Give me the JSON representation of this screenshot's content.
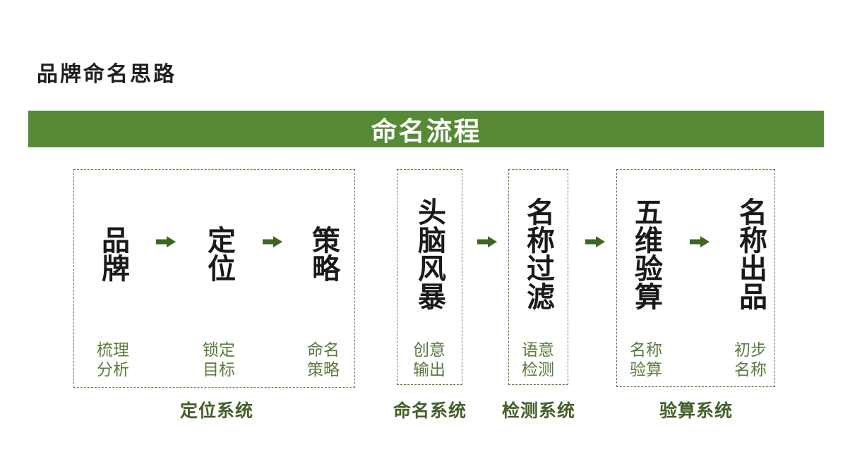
{
  "slide": {
    "title": "品牌命名思路",
    "banner": {
      "title": "命名流程"
    }
  },
  "flow": {
    "stages": [
      {
        "main": "品牌",
        "sub": "梳理\n分析"
      },
      {
        "main": "定位",
        "sub": "锁定\n目标"
      },
      {
        "main": "策略",
        "sub": "命名\n策略"
      },
      {
        "main": "头脑风暴",
        "sub": "创意\n输出"
      },
      {
        "main": "名称过滤",
        "sub": "语意\n检测"
      },
      {
        "main": "五维验算",
        "sub": "名称\n验算"
      },
      {
        "main": "名称出品",
        "sub": "初步\n名称"
      }
    ],
    "groups": [
      {
        "label": "定位系统"
      },
      {
        "label": "命名系统"
      },
      {
        "label": "检测系统"
      },
      {
        "label": "验算系统"
      }
    ]
  },
  "colors": {
    "banner-bg": "#568a36",
    "banner-text": "#ffffff",
    "arrow": "#3f6522",
    "box-border": "#5c8038",
    "stage-main": "#1a1a1a",
    "stage-sub": "#5a7b3e",
    "group-label": "#43602a",
    "title-text": "#1f1f1f"
  }
}
